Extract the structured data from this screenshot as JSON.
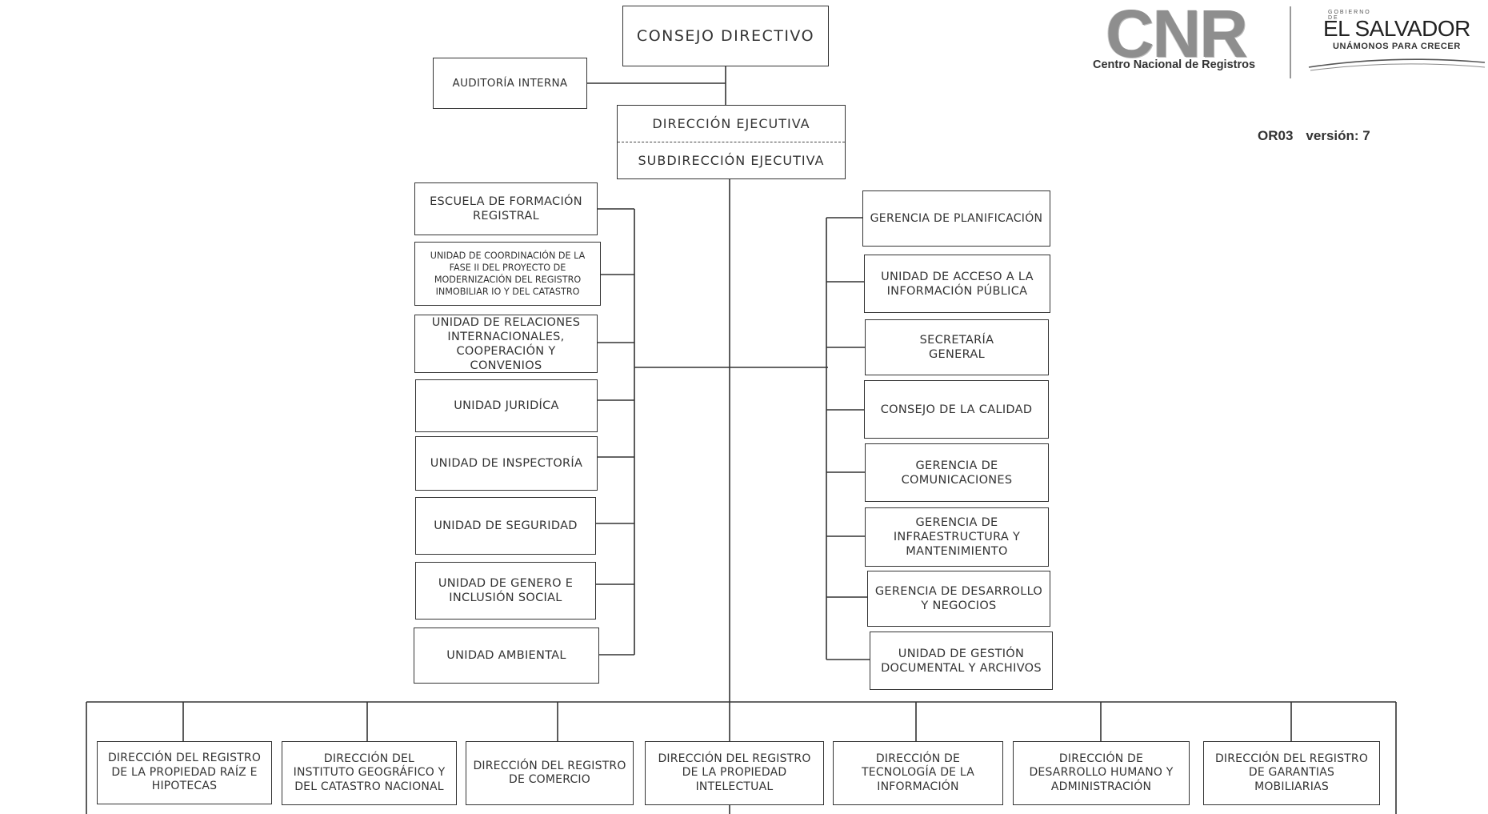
{
  "header": {
    "cnr_logo_text": "CNR",
    "cnr_subtitle": "Centro Nacional de Registros",
    "gob_small": "GOBIERNO DE",
    "gob_main": "EL SALVADOR",
    "gob_tagline": "UNÁMONOS PARA CRECER",
    "doc_code": "OR03",
    "doc_version": "versión: 7"
  },
  "org": {
    "consejo": "CONSEJO DIRECTIVO",
    "auditoria": "AUDITORÍA INTERNA",
    "direccion_ejecutiva": "DIRECCIÓN EJECUTIVA",
    "subdireccion_ejecutiva": "SUBDIRECCIÓN EJECUTIVA",
    "left_units": [
      "ESCUELA DE FORMACIÓN\nREGISTRAL",
      "UNIDAD DE COORDINACIÓN DE LA\nFASE II  DEL PROYECTO DE\nMODERNIZACIÓN  DEL REGISTRO\nINMOBILIAR IO Y DEL CATASTRO",
      "UNIDAD DE RELACIONES\nINTERNACIONALES,\nCOOPERACIÓN Y CONVENIOS",
      "UNIDAD JURIDÍCA",
      "UNIDAD DE INSPECTORÍA",
      "UNIDAD DE SEGURIDAD",
      "UNIDAD DE GENERO E\nINCLUSIÓN SOCIAL",
      "UNIDAD AMBIENTAL"
    ],
    "right_units": [
      "GERENCIA DE PLANIFICACIÓN",
      "UNIDAD DE ACCESO A LA\nINFORMACIÓN PÚBLICA",
      "SECRETARÍA\nGENERAL",
      "CONSEJO DE LA CALIDAD",
      "GERENCIA DE\nCOMUNICACIONES",
      "GERENCIA DE\nINFRAESTRUCTURA Y\nMANTENIMIENTO",
      "GERENCIA DE DESARROLLO\nY NEGOCIOS",
      "UNIDAD DE GESTIÓN\nDOCUMENTAL Y ARCHIVOS"
    ],
    "directions": [
      "DIRECCIÓN DEL REGISTRO\nDE LA PROPIEDAD RAÍZ E\nHIPOTECAS",
      "DIRECCIÓN DEL\nINSTITUTO GEOGRÁFICO Y\nDEL CATASTRO NACIONAL",
      "DIRECCIÓN DEL REGISTRO\nDE COMERCIO",
      "DIRECCIÓN DEL REGISTRO\nDE LA PROPIEDAD\nINTELECTUAL",
      "DIRECCIÓN DE\nTECNOLOGÍA DE LA\nINFORMACIÓN",
      "DIRECCIÓN DE\nDESARROLLO HUMANO Y\nADMINISTRACIÓN",
      "DIRECCIÓN DEL REGISTRO\nDE GARANTIAS\nMOBILIARIAS"
    ]
  }
}
